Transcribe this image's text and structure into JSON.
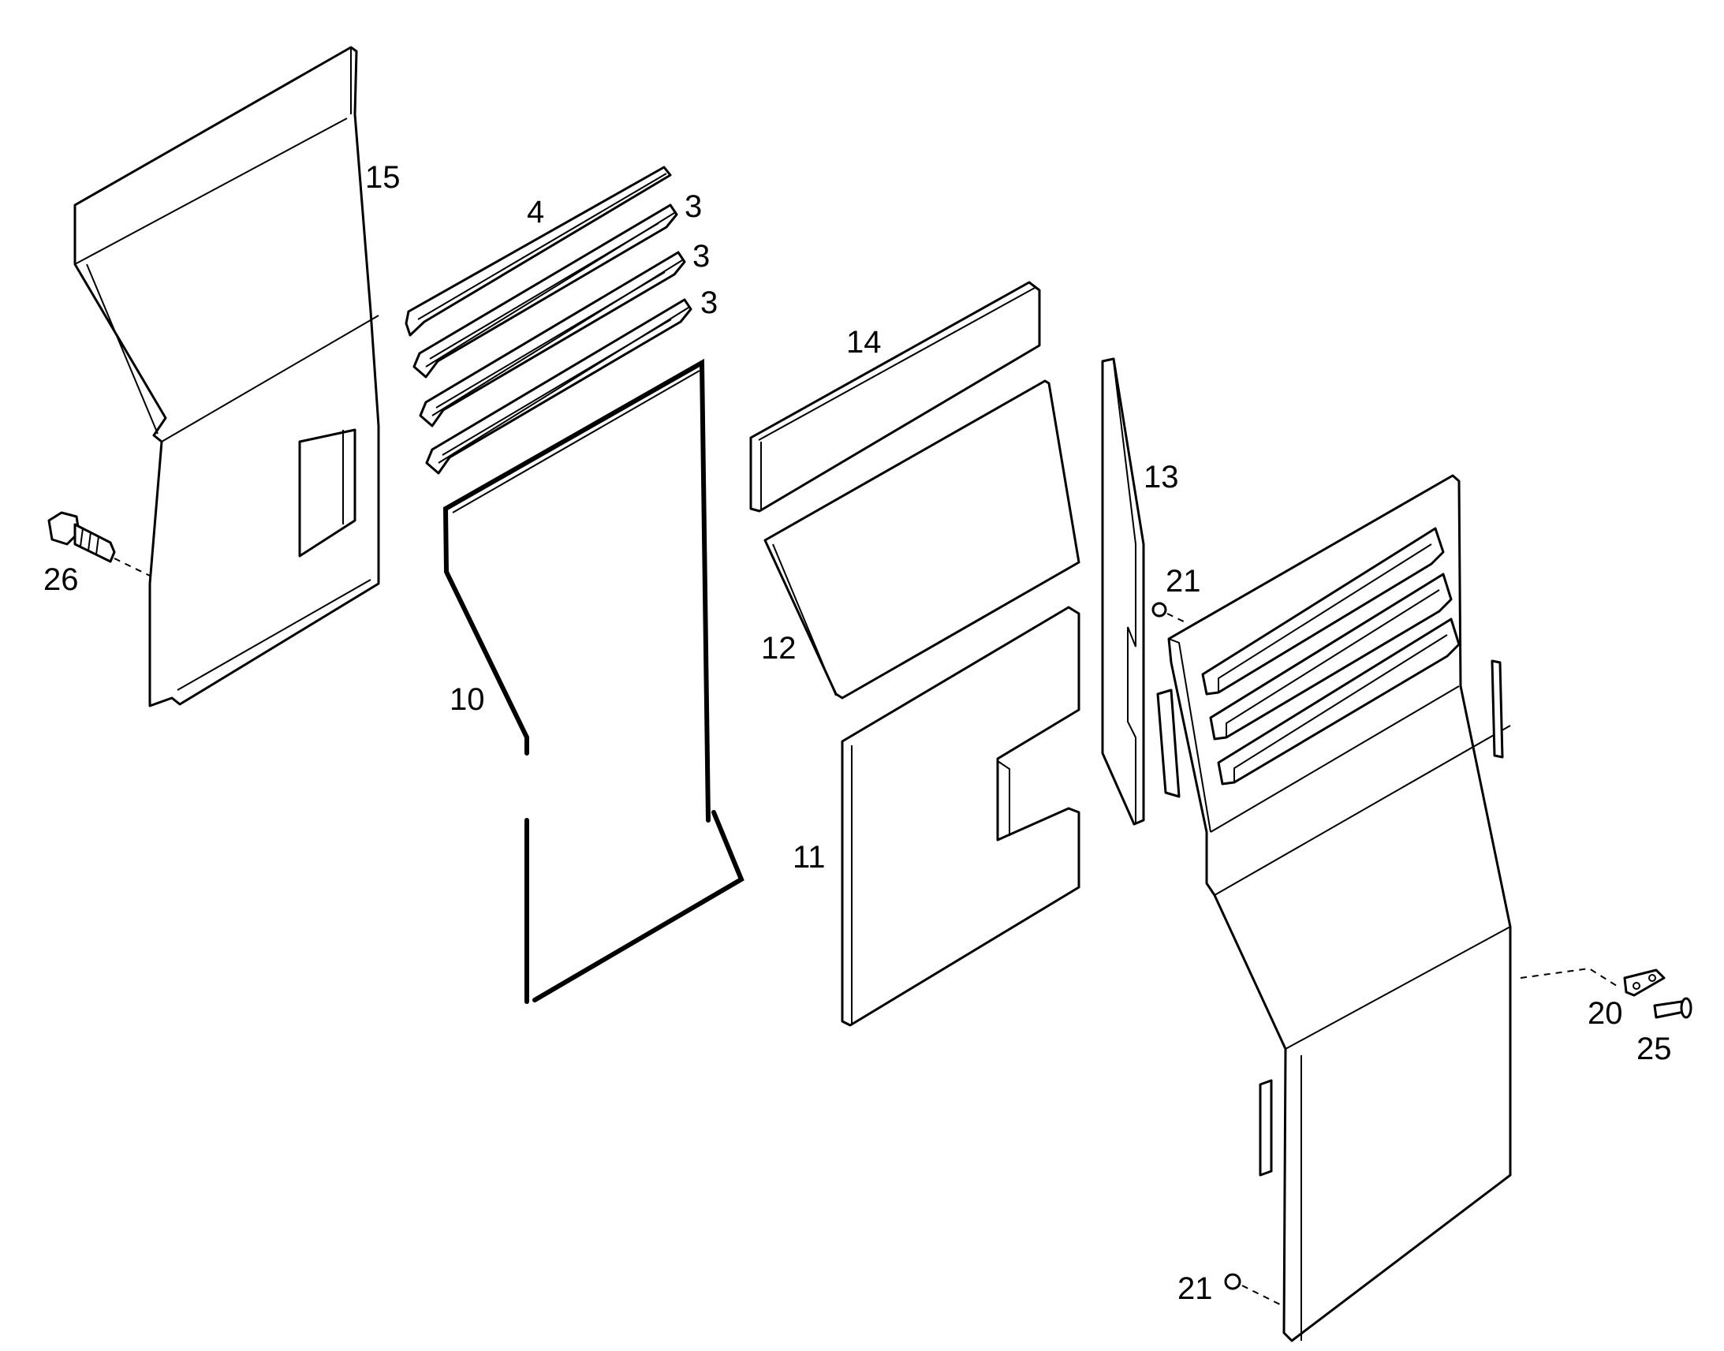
{
  "callouts": {
    "c15": "15",
    "c4": "4",
    "c3a": "3",
    "c3b": "3",
    "c3c": "3",
    "c14": "14",
    "c13": "13",
    "c21a": "21",
    "c26": "26",
    "c12": "12",
    "c10": "10",
    "c11": "11",
    "c20": "20",
    "c25": "25",
    "c21b": "21"
  },
  "colors": {
    "line": "#000000",
    "background": "#ffffff"
  }
}
